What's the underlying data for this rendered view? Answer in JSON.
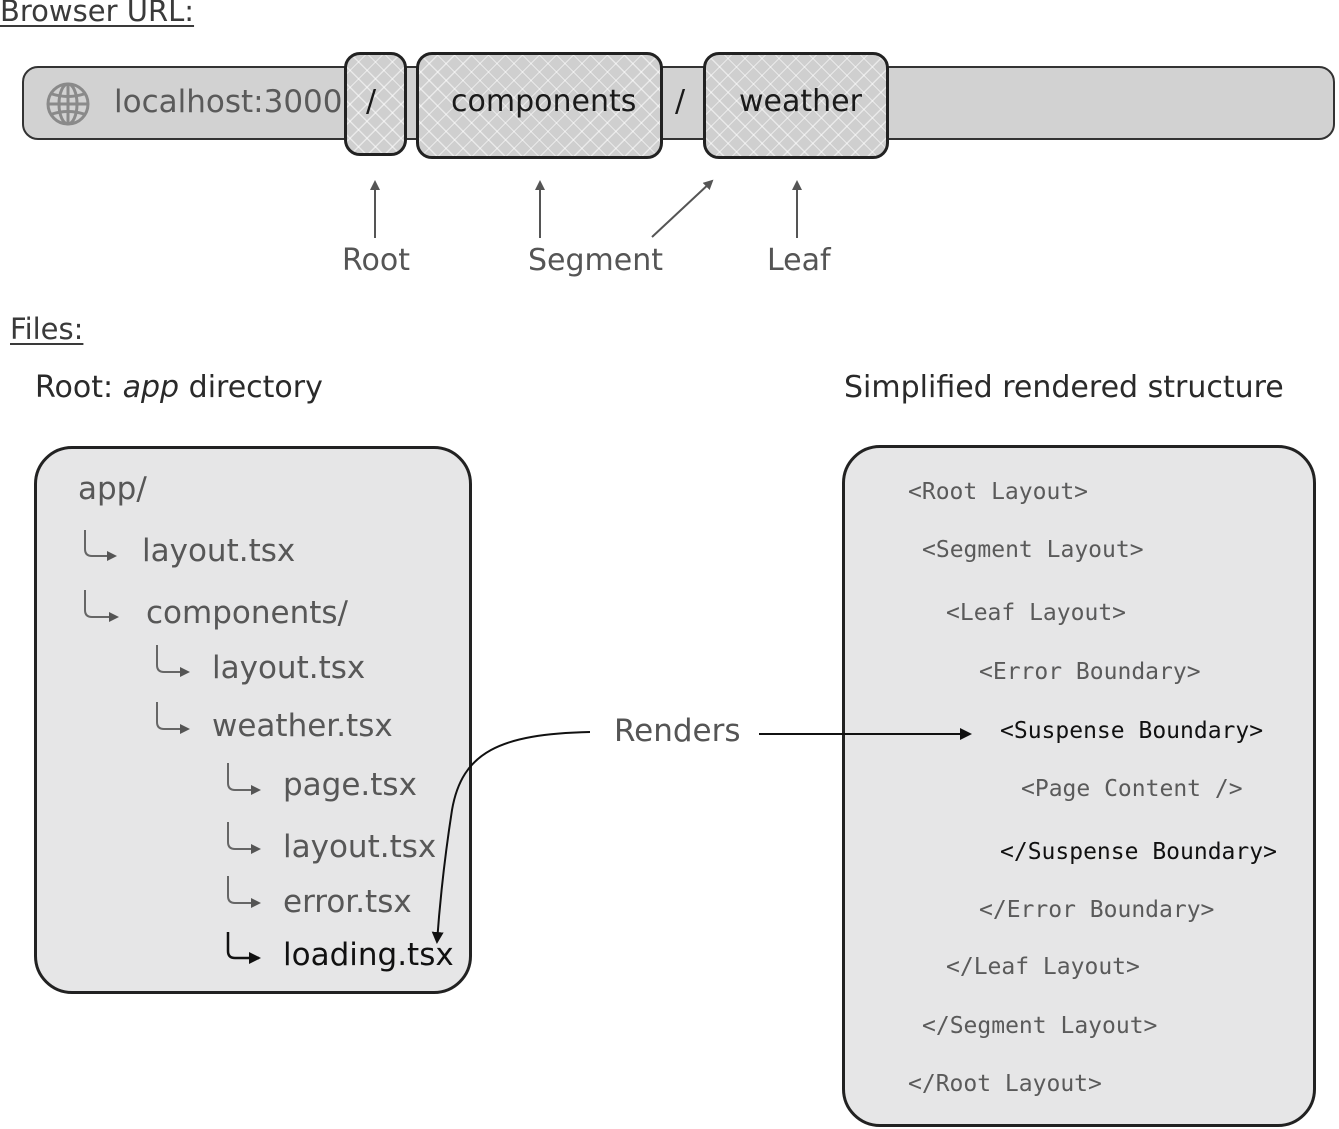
{
  "headings": {
    "browser_url": "Browser URL:",
    "files": "Files:"
  },
  "url": {
    "host": "localhost:3000",
    "segments": [
      {
        "text": "/"
      },
      {
        "text": "components"
      },
      {
        "text": "/"
      },
      {
        "text": "weather"
      }
    ],
    "labels": {
      "root": "Root",
      "segment": "Segment",
      "leaf": "Leaf"
    }
  },
  "files": {
    "title_prefix": "Root: ",
    "title_emphasis": "app",
    "title_suffix": " directory",
    "tree": [
      "app/",
      "layout.tsx",
      "components/",
      "layout.tsx",
      "weather.tsx",
      "page.tsx",
      "layout.tsx",
      "error.tsx",
      "loading.tsx"
    ]
  },
  "renders_label": "Renders",
  "structure": {
    "title": "Simplified rendered structure",
    "lines": [
      "<Root Layout>",
      "<Segment Layout>",
      "<Leaf Layout>",
      "<Error Boundary>",
      "<Suspense Boundary>",
      "<Page Content />",
      "</Suspense Boundary>",
      "</Error Boundary>",
      "</Leaf Layout>",
      "</Segment Layout>",
      "</Root Layout>"
    ]
  },
  "colors": {
    "url_bar": "#d2d2d2",
    "panel": "#e6e6e7",
    "outline": "#222222",
    "arrow": "#555555"
  },
  "icons": {
    "globe": "globe-icon"
  }
}
